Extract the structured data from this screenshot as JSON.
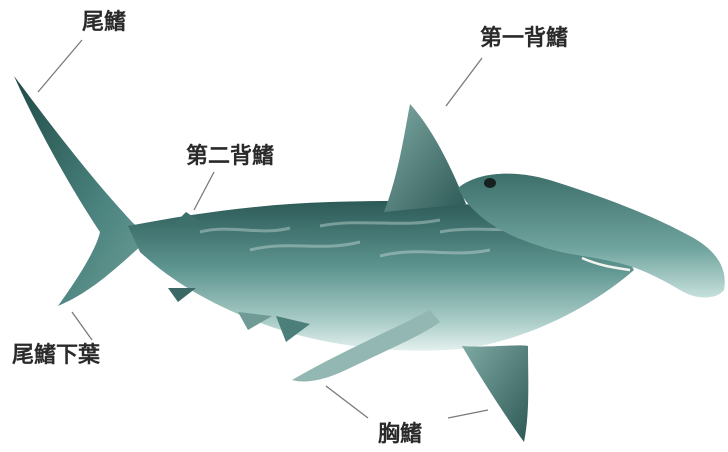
{
  "labels": {
    "tail_fin": "尾鰭",
    "first_dorsal_fin": "第一背鰭",
    "second_dorsal_fin": "第二背鰭",
    "tail_lower_lobe": "尾鰭下葉",
    "pectoral_fin": "胸鰭"
  },
  "colors": {
    "body_dark": "#2f5f5c",
    "body_mid": "#4f8a86",
    "body_light": "#8cb9b3",
    "belly": "#dfeeed",
    "leader_line": "#7a7a7a",
    "label_text": "#2a2a2a"
  }
}
